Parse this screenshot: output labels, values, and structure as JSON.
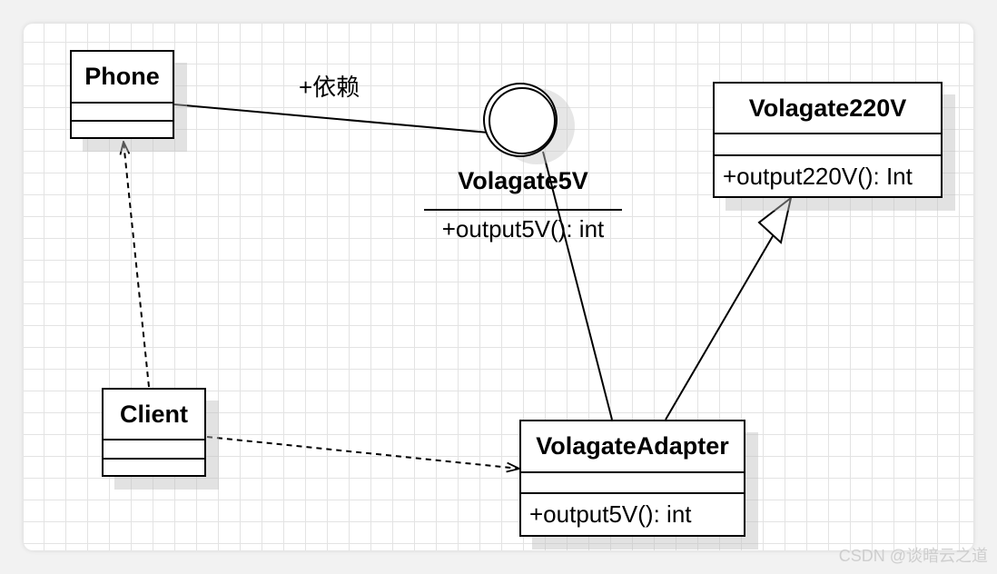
{
  "diagram": {
    "classes": {
      "phone": {
        "name": "Phone",
        "operation": ""
      },
      "client": {
        "name": "Client",
        "operation": ""
      },
      "volagate220v": {
        "name": "Volagate220V",
        "operation": "+output220V(): Int"
      },
      "adapter": {
        "name": "VolagateAdapter",
        "operation": "+output5V(): int"
      }
    },
    "interface": {
      "name": "Volagate5V",
      "operation": "+output5V(): int"
    },
    "dependency_label": "+依赖"
  },
  "watermark": "CSDN @谈暗云之道"
}
